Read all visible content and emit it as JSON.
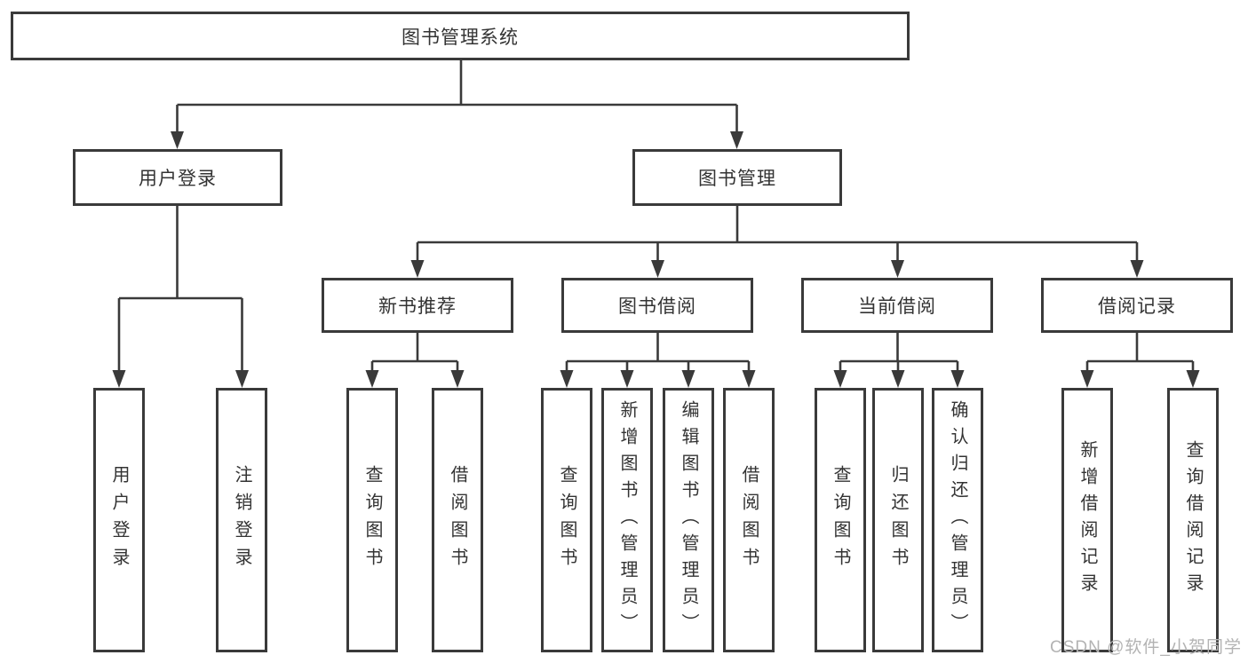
{
  "diagram": {
    "root": "图书管理系统",
    "level2": {
      "user_login": "用户登录",
      "book_management": "图书管理"
    },
    "level3": {
      "new_book_recommend": "新书推荐",
      "book_borrow": "图书借阅",
      "current_borrow": "当前借阅",
      "borrow_record": "借阅记录"
    },
    "leaves": {
      "user_login": "用户登录",
      "logout": "注销登录",
      "nb_query_book": "查询图书",
      "nb_borrow_book": "借阅图书",
      "bb_query_book": "查询图书",
      "bb_add_book": "新增图书（管理员）",
      "bb_edit_book": "编辑图书（管理员）",
      "bb_borrow_book": "借阅图书",
      "cb_query_book": "查询图书",
      "cb_return_book": "归还图书",
      "cb_confirm_return": "确认归还（管理员）",
      "br_add_record": "新增借阅记录",
      "br_query_record": "查询借阅记录"
    }
  },
  "watermark": "CSDN @软件_小贺同学",
  "colors": {
    "line": "#3a3a3a",
    "text": "#333333",
    "watermark": "#b3b3b3",
    "background": "#ffffff"
  }
}
